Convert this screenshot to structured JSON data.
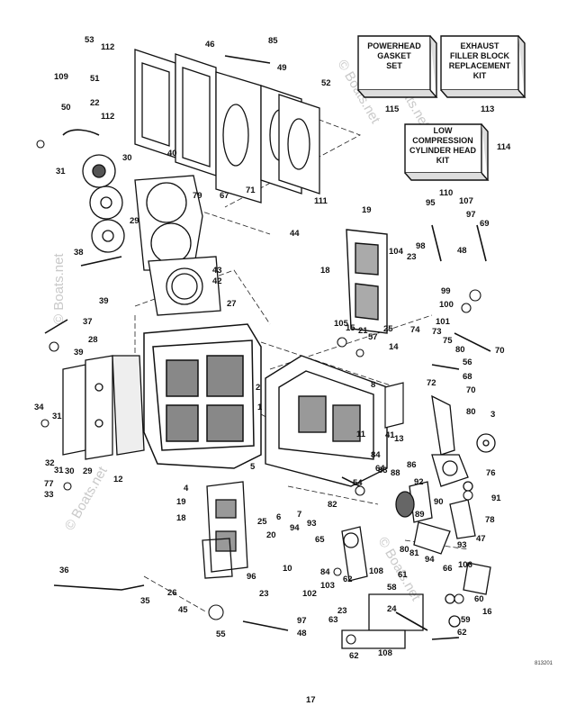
{
  "kit_boxes": [
    {
      "lines": [
        "POWERHEAD",
        "GASKET",
        "SET"
      ],
      "part": "115"
    },
    {
      "lines": [
        "EXHAUST",
        "FILLER BLOCK",
        "REPLACEMENT",
        "KIT"
      ],
      "part": "113"
    },
    {
      "lines": [
        "LOW",
        "COMPRESSION",
        "CYLINDER HEAD",
        "KIT"
      ],
      "part": "114"
    }
  ],
  "watermark": "© Boats.net",
  "drawing_code": "813201",
  "part_labels": [
    "53",
    "112",
    "109",
    "51",
    "46",
    "85",
    "49",
    "52",
    "50",
    "22",
    "112",
    "31",
    "30",
    "40",
    "79",
    "29",
    "67",
    "71",
    "111",
    "44",
    "95",
    "110",
    "107",
    "97",
    "69",
    "19",
    "38",
    "104",
    "98",
    "23",
    "48",
    "43",
    "42",
    "18",
    "99",
    "100",
    "101",
    "27",
    "39",
    "37",
    "105",
    "15",
    "21",
    "57",
    "25",
    "74",
    "73",
    "75",
    "80",
    "70",
    "39",
    "14",
    "56",
    "68",
    "28",
    "8",
    "72",
    "70",
    "80",
    "3",
    "34",
    "31",
    "41",
    "13",
    "30",
    "29",
    "32",
    "31",
    "2",
    "1",
    "11",
    "84",
    "83",
    "76",
    "77",
    "33",
    "12",
    "4",
    "5",
    "64",
    "54",
    "88",
    "86",
    "92",
    "19",
    "18",
    "6",
    "7",
    "82",
    "90",
    "91",
    "89",
    "20",
    "65",
    "94",
    "93",
    "80",
    "81",
    "78",
    "25",
    "94",
    "93",
    "47",
    "36",
    "10",
    "84",
    "106",
    "108",
    "62",
    "61",
    "66",
    "102",
    "103",
    "35",
    "26",
    "96",
    "23",
    "58",
    "60",
    "45",
    "97",
    "24",
    "59",
    "16",
    "55",
    "48",
    "23",
    "63",
    "62",
    "108",
    "62",
    "17"
  ]
}
